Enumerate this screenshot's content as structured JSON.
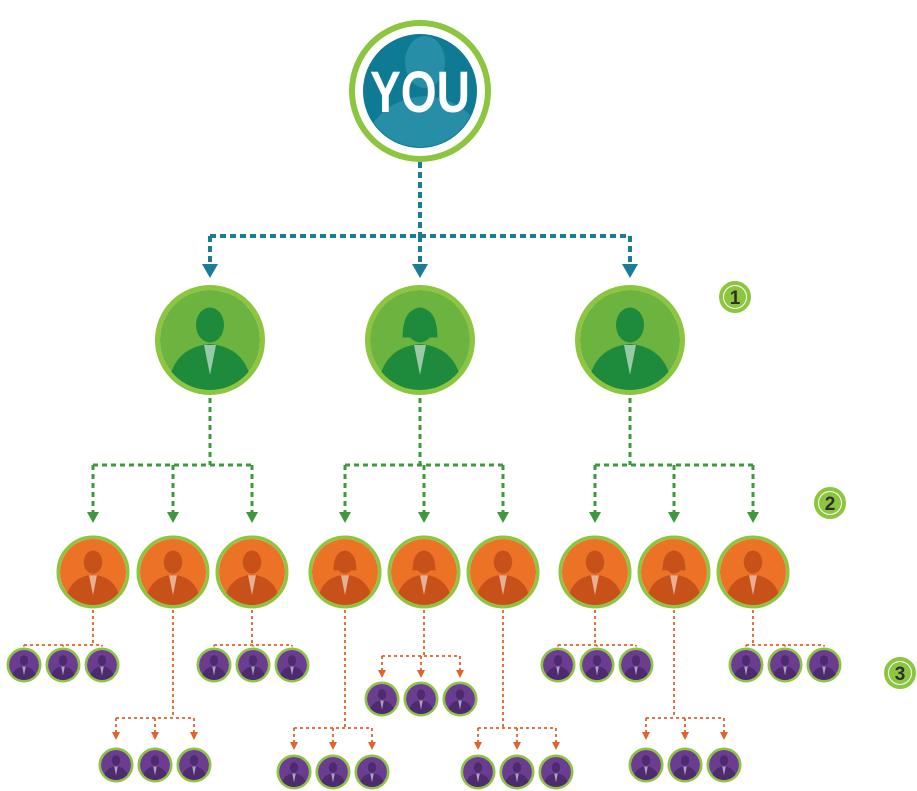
{
  "root": {
    "label": "YOU",
    "icon": "person-silhouette-icon"
  },
  "levels": [
    {
      "number": "1",
      "name": "level-1",
      "color": "#6db33f",
      "node_count": 3
    },
    {
      "number": "2",
      "name": "level-2",
      "color": "#ec7325",
      "node_count": 9
    },
    {
      "number": "3",
      "name": "level-3",
      "color": "#6b3d91",
      "node_count": 27
    }
  ],
  "colors": {
    "root_fill": "#0e7a93",
    "root_ring": "#8cc63f",
    "root_connector": "#1b7c9a",
    "level1_fill": "#6db33f",
    "level1_silhouette": "#1e8a3c",
    "level1_connector": "#3c9a3c",
    "level2_fill": "#ec7325",
    "level2_silhouette": "#c8511a",
    "level2_connector": "#e2622a",
    "level3_fill": "#6b3d91",
    "level3_silhouette": "#4e2a6e",
    "badge_fill": "#8cc63f",
    "badge_text": "#2e2e2e"
  },
  "icons": {
    "level1": [
      "businessman-icon",
      "businesswoman-icon",
      "businessman-icon"
    ],
    "level2": [
      "man-icon",
      "man-icon",
      "man-icon",
      "woman-icon",
      "woman-icon",
      "man-icon",
      "man-icon",
      "woman-icon",
      "man-icon"
    ],
    "level3": "person-icon"
  }
}
